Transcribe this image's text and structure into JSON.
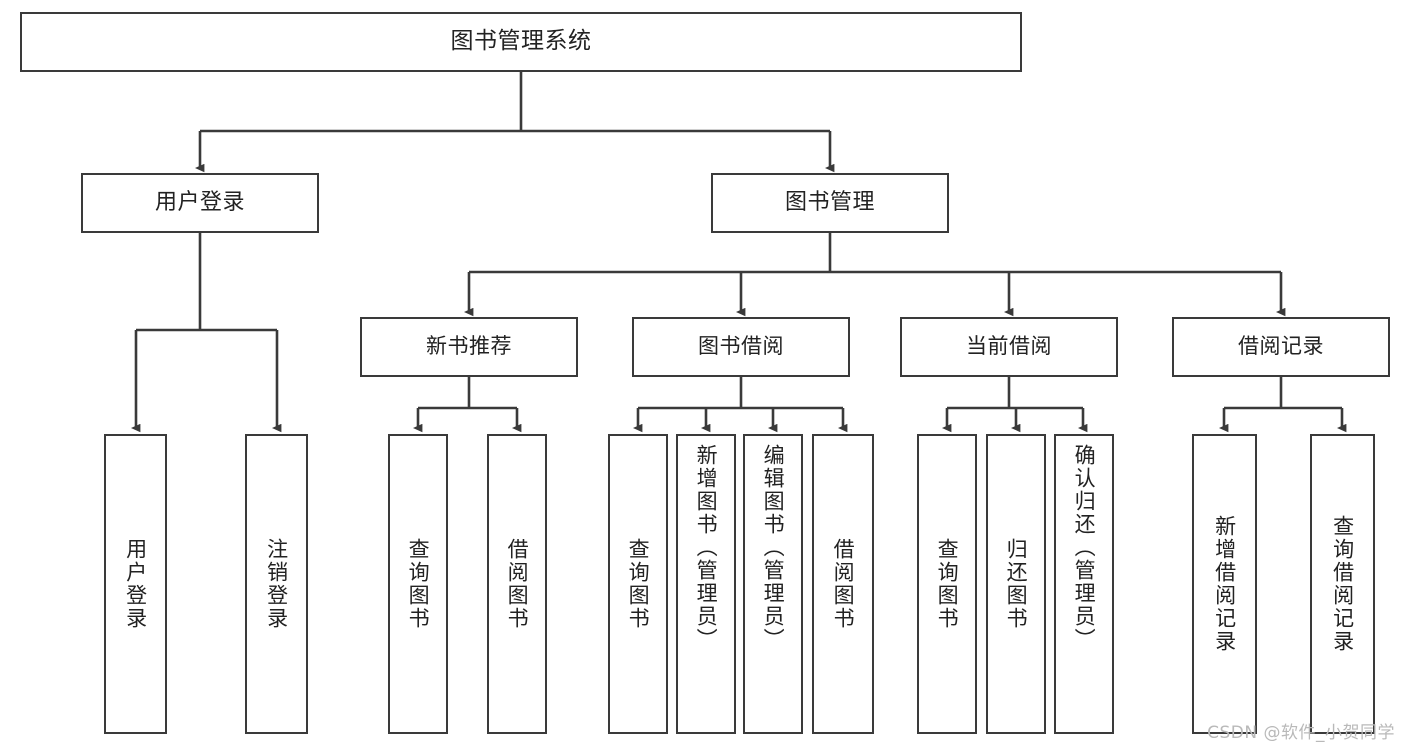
{
  "diagram": {
    "type": "tree",
    "title": "图书管理系统",
    "orientation": "top-down",
    "stroke_color": "#3a3a3a",
    "fill_color": "#ffffff",
    "text_color": "#222222",
    "levels": 4
  },
  "root": {
    "label": "图书管理系统"
  },
  "level2": [
    {
      "label": "用户登录"
    },
    {
      "label": "图书管理"
    }
  ],
  "level3": [
    {
      "label": "新书推荐"
    },
    {
      "label": "图书借阅"
    },
    {
      "label": "当前借阅"
    },
    {
      "label": "借阅记录"
    }
  ],
  "leaves": {
    "user_login": [
      {
        "label": "用户登录"
      },
      {
        "label": "注销登录"
      }
    ],
    "new_book_recommend": [
      {
        "label": "查询图书"
      },
      {
        "label": "借阅图书"
      }
    ],
    "book_borrow": [
      {
        "label": "查询图书"
      },
      {
        "label": "新增图书（管理员）"
      },
      {
        "label": "编辑图书（管理员）"
      },
      {
        "label": "借阅图书"
      }
    ],
    "current_borrow": [
      {
        "label": "查询图书"
      },
      {
        "label": "归还图书"
      },
      {
        "label": "确认归还（管理员）"
      }
    ],
    "borrow_records": [
      {
        "label": "新增借阅记录"
      },
      {
        "label": "查询借阅记录"
      }
    ]
  },
  "watermark": {
    "text": "CSDN @软件_小贺同学",
    "color": "#b9b9b9"
  }
}
